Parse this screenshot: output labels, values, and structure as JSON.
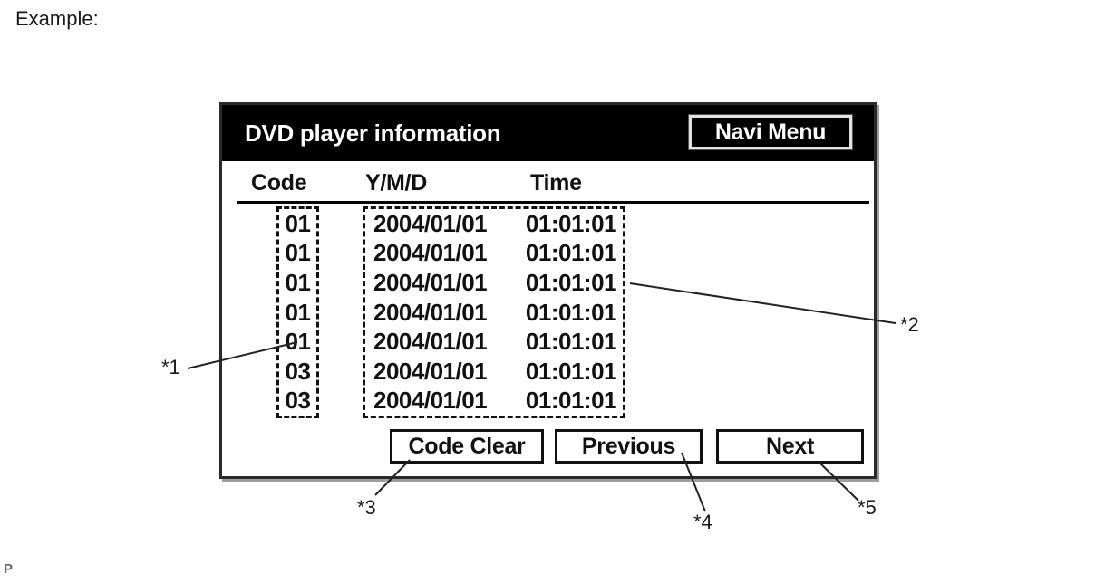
{
  "figure": {
    "example_label": "Example:",
    "page_marker": "P"
  },
  "screen": {
    "title": "DVD player information",
    "navi_menu_button": "Navi Menu",
    "table": {
      "columns": [
        "Code",
        "Y/M/D",
        "Time"
      ],
      "rows": [
        {
          "code": "01",
          "date": "2004/01/01",
          "time": "01:01:01"
        },
        {
          "code": "01",
          "date": "2004/01/01",
          "time": "01:01:01"
        },
        {
          "code": "01",
          "date": "2004/01/01",
          "time": "01:01:01"
        },
        {
          "code": "01",
          "date": "2004/01/01",
          "time": "01:01:01"
        },
        {
          "code": "01",
          "date": "2004/01/01",
          "time": "01:01:01"
        },
        {
          "code": "03",
          "date": "2004/01/01",
          "time": "01:01:01"
        },
        {
          "code": "03",
          "date": "2004/01/01",
          "time": "01:01:01"
        }
      ]
    },
    "buttons": {
      "code_clear": "Code Clear",
      "previous": "Previous",
      "next": "Next"
    }
  },
  "callouts": {
    "c1": "*1",
    "c2": "*2",
    "c3": "*3",
    "c4": "*4",
    "c5": "*5"
  },
  "colors": {
    "titlebar_bg": "#000000",
    "titlebar_text": "#ffffff",
    "screen_bg": "#ffffff",
    "screen_text": "#111111"
  }
}
